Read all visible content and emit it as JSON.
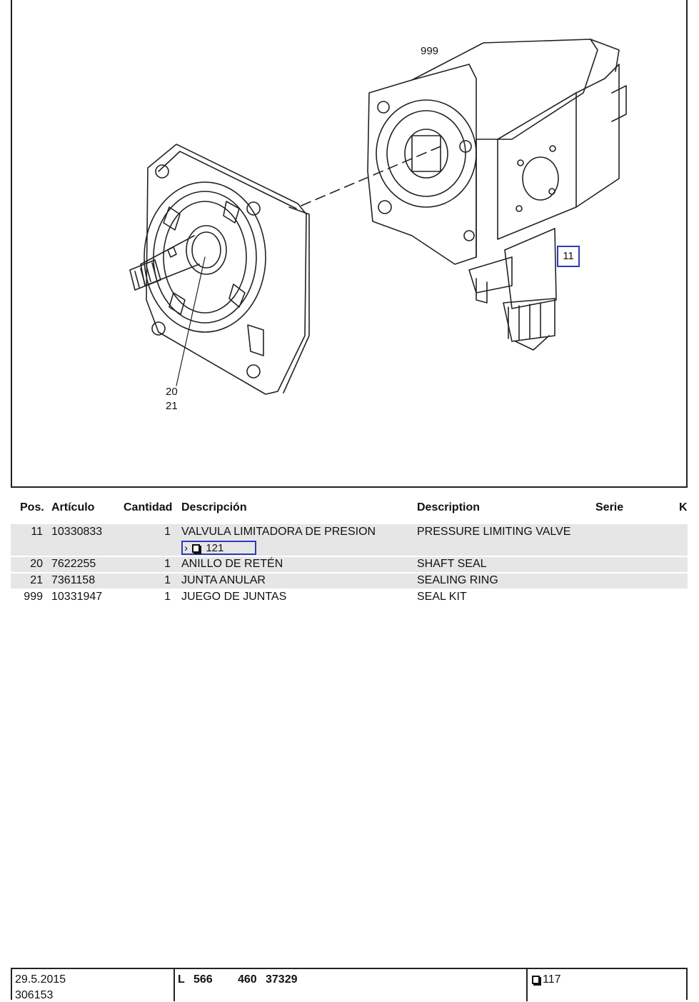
{
  "figure": {
    "callouts": {
      "c999": "999",
      "c11": "11",
      "c20": "20",
      "c21": "21"
    }
  },
  "table": {
    "headers": {
      "pos": "Pos.",
      "articulo": "Artículo",
      "cantidad": "Cantidad",
      "descripcion": "Descripción",
      "description": "Description",
      "serie": "Serie",
      "k": "K"
    },
    "rows": [
      {
        "pos": "11",
        "articulo": "10330833",
        "cantidad": "1",
        "descripcion": "VALVULA LIMITADORA DE PRESION",
        "description": "PRESSURE LIMITING VALVE",
        "ref_arrow": "›",
        "ref_page": "121"
      },
      {
        "pos": "20",
        "articulo": "7622255",
        "cantidad": "1",
        "descripcion": "ANILLO DE RETÉN",
        "description": "SHAFT SEAL"
      },
      {
        "pos": "21",
        "articulo": "7361158",
        "cantidad": "1",
        "descripcion": "JUNTA ANULAR",
        "description": "SEALING RING"
      },
      {
        "pos": "999",
        "articulo": "10331947",
        "cantidad": "1",
        "descripcion": "JUEGO DE JUNTAS",
        "description": "SEAL KIT"
      }
    ]
  },
  "footer": {
    "date": "29.5.2015",
    "doc_number": "306153",
    "model_letter": "L",
    "model_number": "566",
    "code_a": "460",
    "code_b": "37329",
    "page": "117"
  }
}
